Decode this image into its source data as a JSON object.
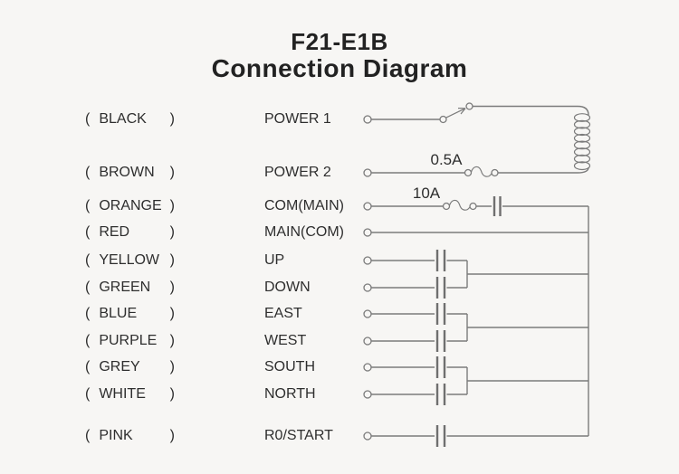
{
  "title": {
    "model": "F21-E1B",
    "subtitle": "Connection Diagram"
  },
  "punctuation": {
    "open": "(",
    "close": ")"
  },
  "fuse_labels": {
    "power2": "0.5A",
    "com": "10A"
  },
  "colors": {
    "background": "#f7f6f4",
    "wire": "#7b7b7b",
    "text": "#2e2e2e"
  },
  "rows": [
    {
      "color": "BLACK",
      "function": "POWER 1"
    },
    {
      "color": "BROWN",
      "function": "POWER 2"
    },
    {
      "color": "ORANGE",
      "function": "COM(MAIN)"
    },
    {
      "color": "RED",
      "function": "MAIN(COM)"
    },
    {
      "color": "YELLOW",
      "function": "UP"
    },
    {
      "color": "GREEN",
      "function": "DOWN"
    },
    {
      "color": "BLUE",
      "function": "EAST"
    },
    {
      "color": "PURPLE",
      "function": "WEST"
    },
    {
      "color": "GREY",
      "function": "SOUTH"
    },
    {
      "color": "WHITE",
      "function": "NORTH"
    },
    {
      "color": "PINK",
      "function": "R0/START"
    }
  ]
}
